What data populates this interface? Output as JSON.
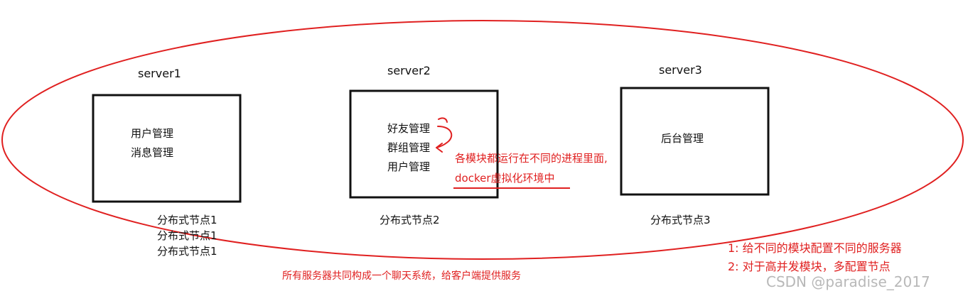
{
  "servers": [
    {
      "label": "server1",
      "modules": [
        "用户管理",
        "消息管理"
      ],
      "nodes": [
        "分布式节点1",
        "分布式节点1",
        "分布式节点1"
      ]
    },
    {
      "label": "server2",
      "modules": [
        "好友管理",
        "群组管理",
        "用户管理"
      ],
      "nodes": [
        "分布式节点2"
      ]
    },
    {
      "label": "server3",
      "modules": [
        "后台管理"
      ],
      "nodes": [
        "分布式节点3"
      ]
    }
  ],
  "annotations": {
    "process_line1": "各模块都运行在不同的进程里面,",
    "process_line2": "docker虚拟化环境中",
    "system_summary": "所有服务器共同构成一个聊天系统，给客户端提供服务",
    "note1": "1:  给不同的模块配置不同的服务器",
    "note2": "2:  对于高并发模块，多配置节点"
  },
  "watermark": "CSDN @paradise_2017",
  "colors": {
    "annotation": "#e02020",
    "box_border": "#111111",
    "watermark": "#b8b8b8"
  }
}
